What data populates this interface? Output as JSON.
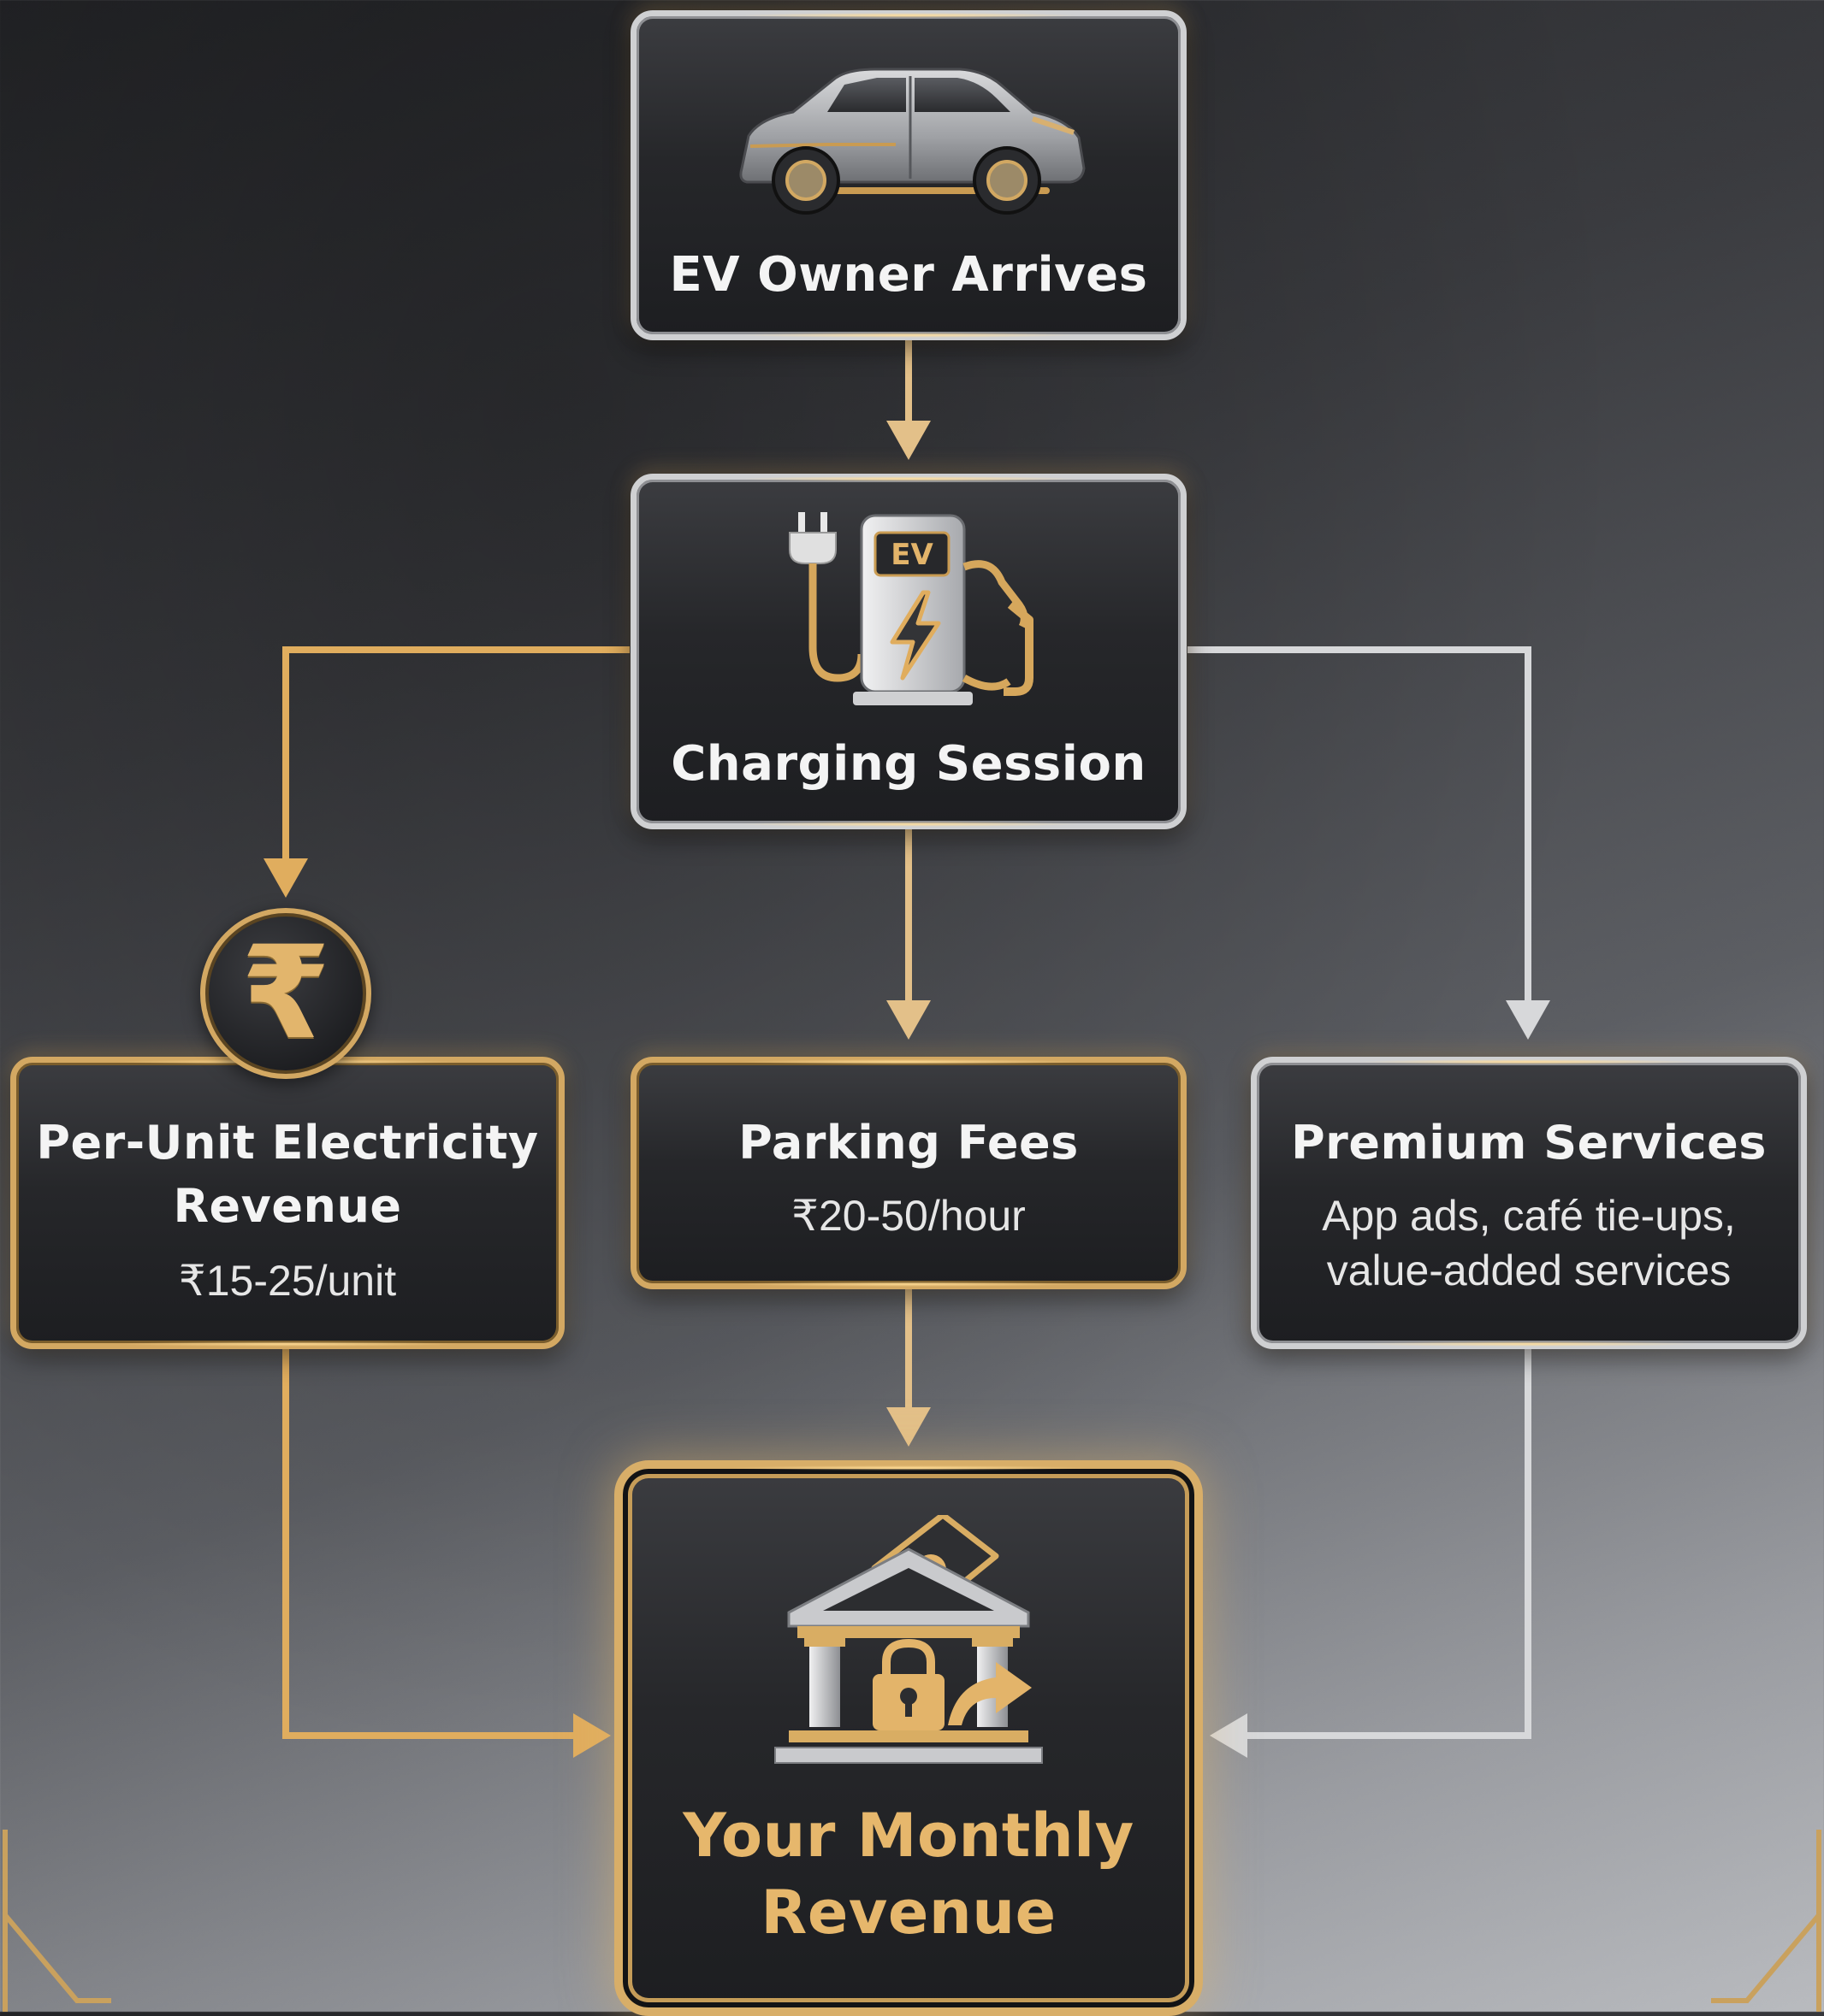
{
  "colors": {
    "gold": "#e3b46a",
    "silver": "#d7d8da",
    "box_fill": "#26272a"
  },
  "nodes": {
    "arrival": {
      "title": "EV Owner Arrives",
      "icon": "ev-suv-icon"
    },
    "charging": {
      "title": "Charging Session",
      "icon": "ev-charging-station-icon",
      "station_label": "EV"
    },
    "electricity": {
      "title_line1": "Per-Unit Electricity",
      "title_line2": "Revenue",
      "rate": "₹15-25/unit",
      "icon": "rupee-coin-icon",
      "glyph": "₹"
    },
    "parking": {
      "title": "Parking Fees",
      "rate": "₹20-50/hour"
    },
    "premium": {
      "title": "Premium Services",
      "detail_line1": "App ads, café tie-ups,",
      "detail_line2": "value-added services"
    },
    "revenue": {
      "title_line1": "Your Monthly",
      "title_line2": "Revenue",
      "icon": "bank-money-icon"
    }
  },
  "connectors": [
    {
      "from": "arrival",
      "to": "charging",
      "color": "gold"
    },
    {
      "from": "charging",
      "to": "electricity",
      "color": "gold"
    },
    {
      "from": "charging",
      "to": "parking",
      "color": "gold"
    },
    {
      "from": "charging",
      "to": "premium",
      "color": "silver"
    },
    {
      "from": "electricity",
      "to": "revenue",
      "color": "gold"
    },
    {
      "from": "parking",
      "to": "revenue",
      "color": "gold"
    },
    {
      "from": "premium",
      "to": "revenue",
      "color": "silver"
    }
  ]
}
